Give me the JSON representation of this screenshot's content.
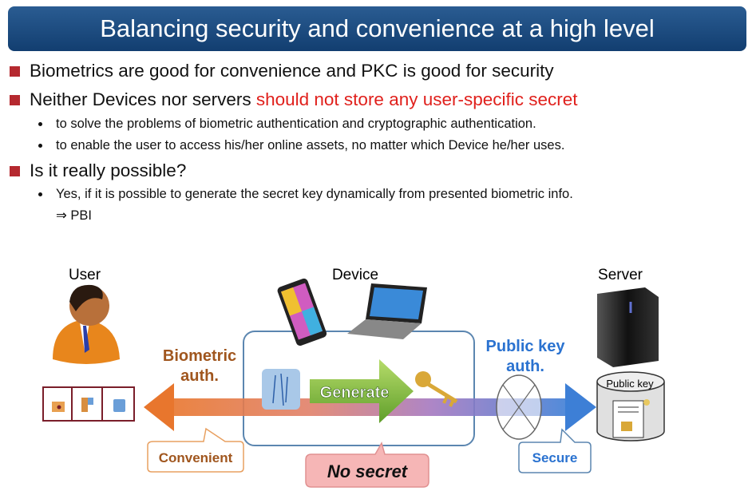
{
  "title": "Balancing security and convenience at a high level",
  "bullets": [
    {
      "text": "Biometrics are good for convenience and PKC is good for security"
    },
    {
      "text": "Neither Devices nor servers ",
      "highlight": "should not store any user-specific secret",
      "sub": [
        "to solve the problems of biometric authentication and cryptographic authentication.",
        "to enable the user to access his/her online assets, no matter which Device he/her uses."
      ]
    },
    {
      "text": "Is it really possible?",
      "sub": [
        "Yes, if it is possible to generate the secret key dynamically from presented biometric info.",
        "⇒ PBI"
      ]
    }
  ],
  "diagram": {
    "user_label": "User",
    "device_label": "Device",
    "server_label": "Server",
    "biometric_line1": "Biometric",
    "biometric_line2": "auth.",
    "public_key_line1": "Public key",
    "public_key_line2": "auth.",
    "generate": "Generate",
    "public_key_store": "Public key",
    "convenient": "Convenient",
    "no_secret": "No secret",
    "secure": "Secure",
    "colors": {
      "biometric": "#e8762d",
      "public_key": "#3d7fd6",
      "generate": "#7cb342",
      "no_secret_bg": "#f6b6b6"
    }
  }
}
